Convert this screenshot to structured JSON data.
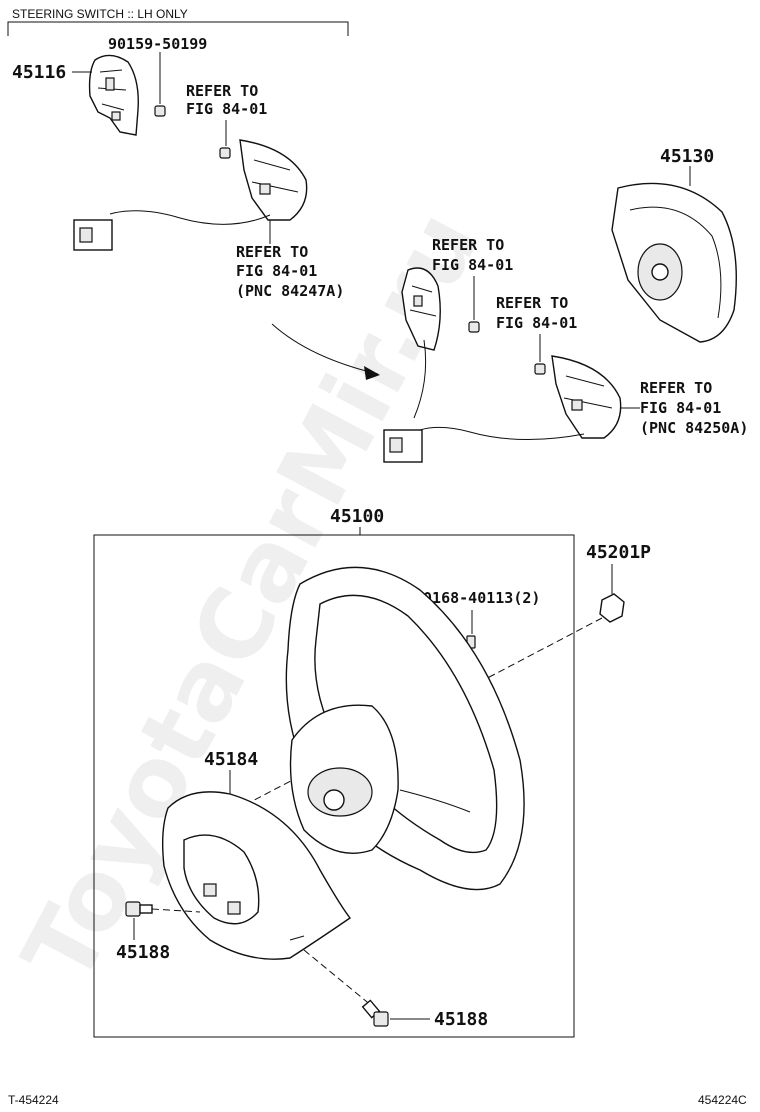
{
  "header": {
    "note": "STEERING SWITCH :: LH ONLY"
  },
  "labels": {
    "p45116": "45116",
    "p90159": "90159-50199",
    "refer_a1": "REFER TO",
    "refer_a2": "FIG 84-01",
    "refer_b1": "REFER TO",
    "refer_b2": "FIG 84-01",
    "refer_b3": "(PNC 84247A)",
    "p45130": "45130",
    "refer_c1": "REFER TO",
    "refer_c2": "FIG 84-01",
    "refer_d1": "REFER TO",
    "refer_d2": "FIG 84-01",
    "refer_e1": "REFER TO",
    "refer_e2": "FIG 84-01",
    "refer_e3": "(PNC 84250A)",
    "p45100": "45100",
    "p45201p": "45201P",
    "p90168": "90168-40113(2)",
    "p45184": "45184",
    "p45188a": "45188",
    "p45188b": "45188"
  },
  "footer": {
    "left": "T-454224",
    "right": "454224C"
  },
  "watermark": "ToyotaCarMir.ru",
  "icons": [
    "steering-switch-housing-icon",
    "screw-icon",
    "switch-harness-icon",
    "airbag-pad-icon",
    "steering-wheel-icon",
    "cover-icon",
    "nut-icon",
    "bolt-icon"
  ]
}
